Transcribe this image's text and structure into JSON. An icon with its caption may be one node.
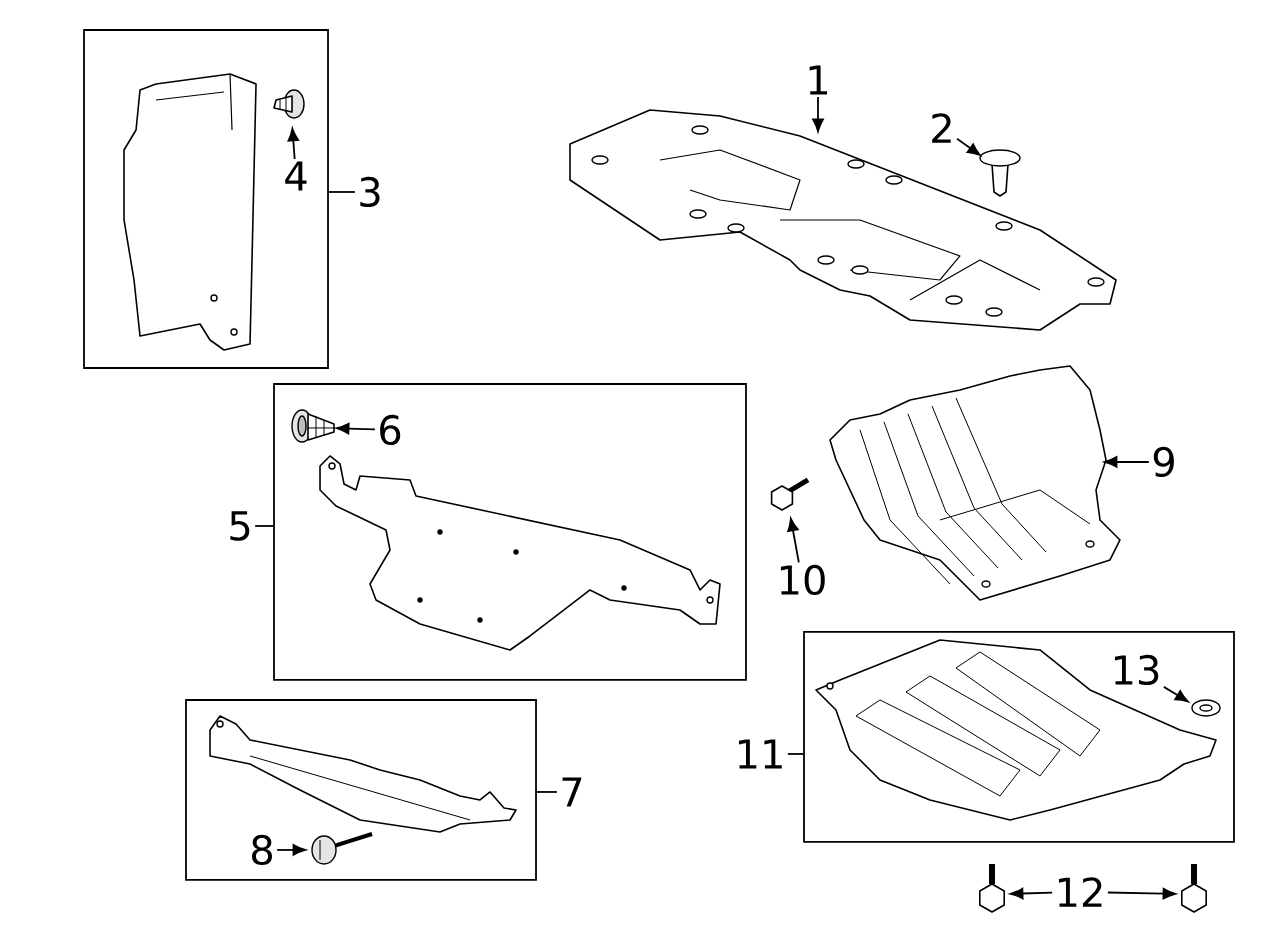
{
  "diagram": {
    "nodes": [
      {
        "text": [
          "1"
        ]
      },
      {
        "text": [],
        "shape": "picture"
      },
      {
        "text": [
          "2"
        ]
      },
      {
        "text": [],
        "shape": "picture"
      },
      {
        "text": [],
        "shape": "box"
      },
      {
        "text": [],
        "shape": "picture",
        "in": 4
      },
      {
        "text": [],
        "shape": "picture",
        "in": 4
      },
      {
        "text": [
          "4"
        ],
        "in": 4
      },
      {
        "text": [
          "3"
        ]
      },
      {
        "text": [],
        "shape": "box"
      },
      {
        "text": [],
        "shape": "picture",
        "in": 9
      },
      {
        "text": [
          "6"
        ],
        "in": 9
      },
      {
        "text": [],
        "shape": "picture",
        "in": 9
      },
      {
        "text": [
          "5"
        ]
      },
      {
        "text": [],
        "shape": "picture"
      },
      {
        "text": [],
        "shape": "picture"
      },
      {
        "text": [
          "9"
        ]
      },
      {
        "text": [
          "10"
        ]
      },
      {
        "text": [],
        "shape": "box"
      },
      {
        "text": [],
        "shape": "picture",
        "in": 18
      },
      {
        "text": [],
        "shape": "picture",
        "in": 18
      },
      {
        "text": [
          "8"
        ],
        "in": 18
      },
      {
        "text": [
          "7"
        ]
      },
      {
        "text": [],
        "shape": "box"
      },
      {
        "text": [
          "13"
        ],
        "in": 23
      },
      {
        "text": [],
        "shape": "picture",
        "in": 23
      },
      {
        "text": [],
        "shape": "picture",
        "in": 23
      },
      {
        "text": [
          "11"
        ]
      },
      {
        "text": [],
        "shape": "picture"
      },
      {
        "text": [
          "12"
        ]
      },
      {
        "text": [],
        "shape": "picture"
      }
    ],
    "edges": [
      {
        "from": 0,
        "to": 1,
        "arrow": "to"
      },
      {
        "from": 2,
        "to": 3,
        "arrow": "to"
      },
      {
        "from": 7,
        "to": 6,
        "arrow": "to"
      },
      {
        "from": 8,
        "to": 4,
        "arrow": "none"
      },
      {
        "from": 11,
        "to": 10,
        "arrow": "to"
      },
      {
        "from": 13,
        "to": 9,
        "arrow": "none"
      },
      {
        "from": 16,
        "to": 14,
        "arrow": "to"
      },
      {
        "from": 17,
        "to": 15,
        "arrow": "to"
      },
      {
        "from": 21,
        "to": 20,
        "arrow": "to"
      },
      {
        "from": 22,
        "to": 18,
        "arrow": "none"
      },
      {
        "from": 24,
        "to": 25,
        "arrow": "to"
      },
      {
        "from": 27,
        "to": 23,
        "arrow": "none"
      },
      {
        "from": 29,
        "to": 28,
        "arrow": "to"
      },
      {
        "from": 29,
        "to": 30,
        "arrow": "to"
      }
    ]
  }
}
